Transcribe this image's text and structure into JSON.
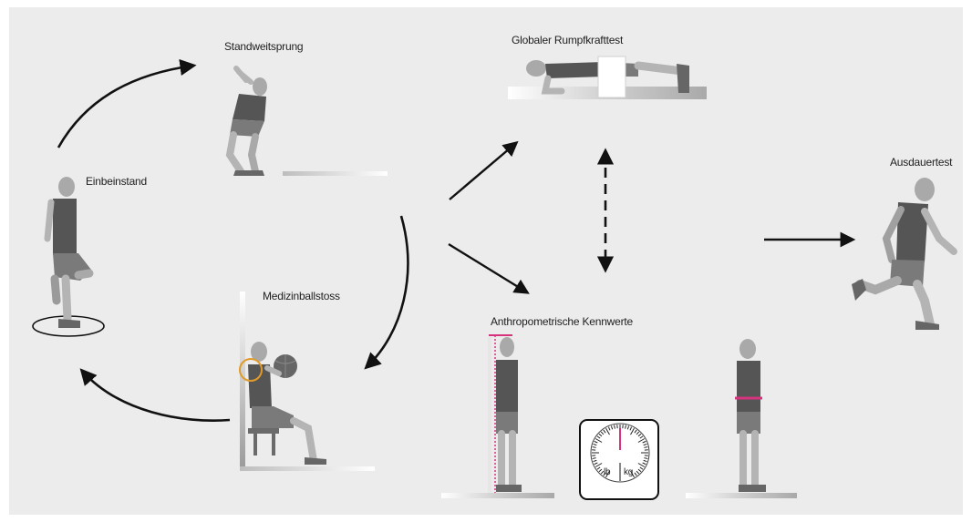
{
  "stations": {
    "standweitsprung": "Standweitsprung",
    "rumpfkrafttest": "Globaler Rumpfkrafttest",
    "ausdauertest": "Ausdauertest",
    "einbeinstand": "Einbeinstand",
    "medizinballstoss": "Medizinballstoss",
    "anthropometrie": "Anthropometrische Kennwerte"
  },
  "scale": {
    "unit_lb": "lb",
    "unit_kg": "kg"
  },
  "colors": {
    "panel": "#ececec",
    "arrow": "#111111",
    "skin": "#b4b4b4",
    "shirt": "#555555",
    "shorts": "#7a7a7a",
    "measure_accent": "#d6337f",
    "ball_marker": "#e09a2a"
  }
}
